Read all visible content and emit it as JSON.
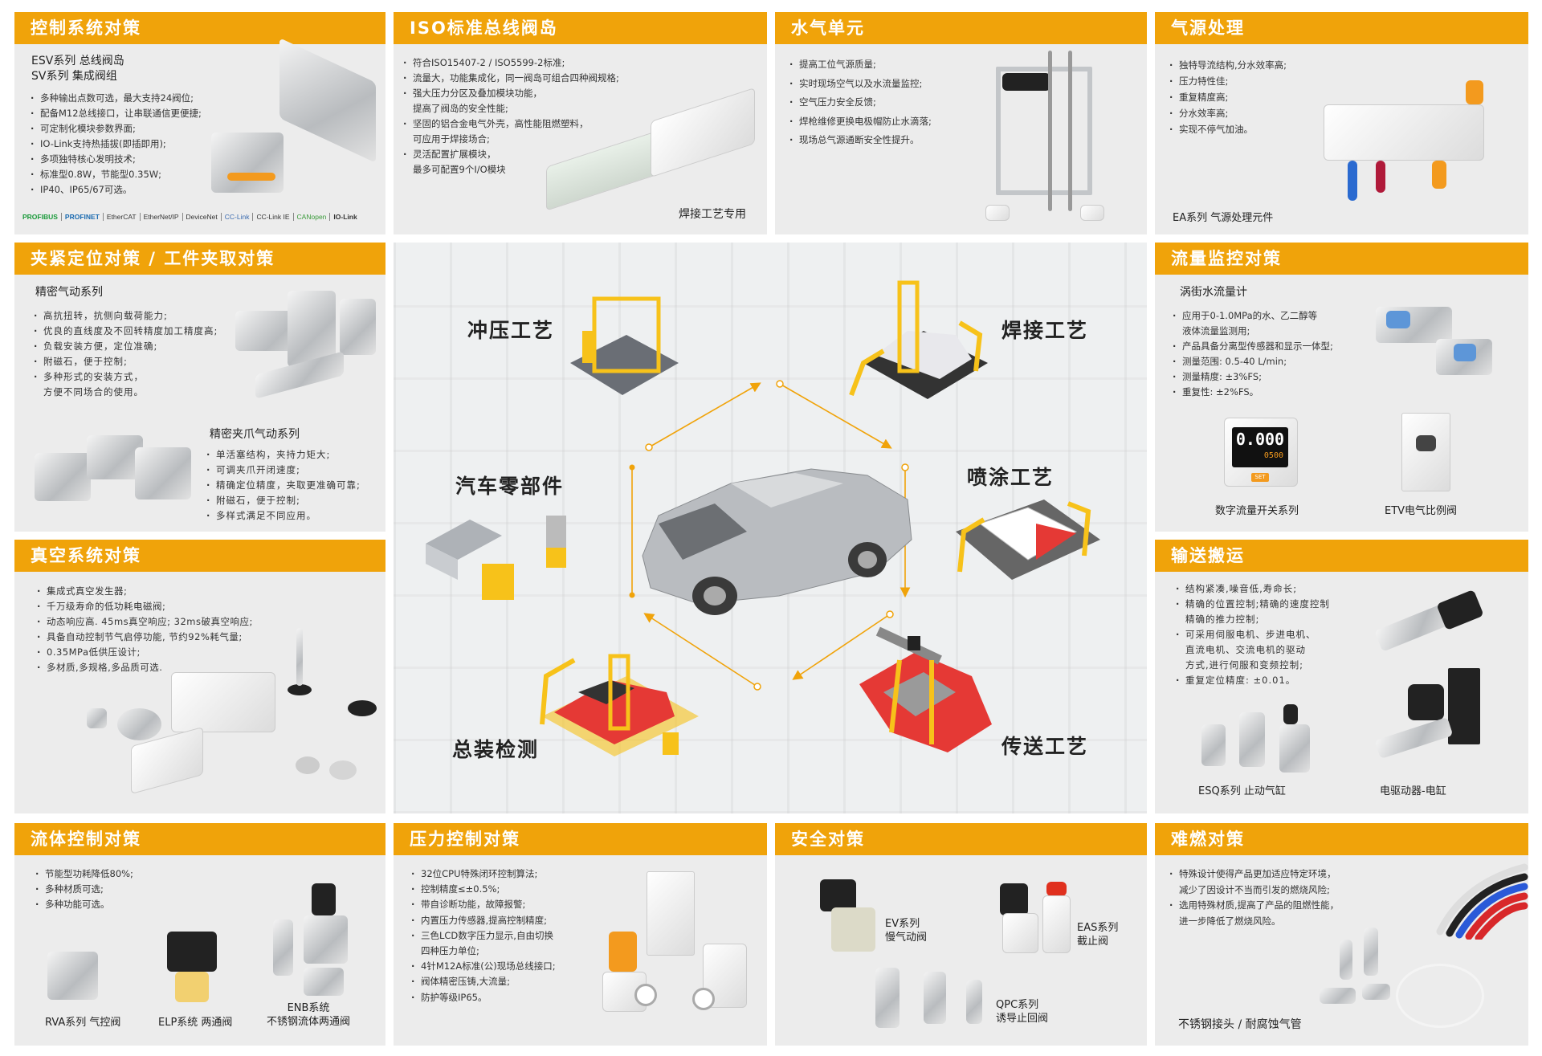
{
  "control": {
    "title": "控制系统对策",
    "subtitles": [
      "ESV系列 总线阀岛",
      "SV系列 集成阀组"
    ],
    "bullets": [
      [
        "多种输出点数可选，最大支持24阀位;"
      ],
      [
        "配备M12总线接口，让串联通信更便捷;"
      ],
      [
        "可定制化模块参数界面;"
      ],
      [
        "IO-Link支持热插拔(即插即用);"
      ],
      [
        "多项独特核心发明技术;"
      ],
      [
        "标准型0.8W，节能型0.35W;"
      ],
      [
        "IP40、IP65/67可选。"
      ]
    ],
    "logos": [
      "PROFIBUS",
      "PROFINET",
      "EtherCAT",
      "EtherNet/IP",
      "DeviceNet",
      "CC-Link",
      "CC-Link IE",
      "CANopen",
      "IO-Link"
    ]
  },
  "iso": {
    "title": "ISO标准总线阀岛",
    "bullets": [
      [
        "符合ISO15407-2 / ISO5599-2标准;"
      ],
      [
        "流量大，功能集成化，同一阀岛可组合四种阀规格;"
      ],
      [
        "强大压力分区及叠加模块功能，",
        "提高了阀岛的安全性能;"
      ],
      [
        "坚固的铝合金电气外壳，高性能阻燃塑料，",
        "可应用于焊接场合;"
      ],
      [
        "灵活配置扩展模块，",
        "最多可配置9个I/O模块"
      ]
    ],
    "caption": "焊接工艺专用"
  },
  "water": {
    "title": "水气单元",
    "bullets": [
      [
        "提高工位气源质量;"
      ],
      [
        "实时现场空气以及水流量监控;"
      ],
      [
        "空气压力安全反馈;"
      ],
      [
        "焊枪维修更换电极帽防止水滴落;"
      ],
      [
        "现场总气源通断安全性提升。"
      ]
    ]
  },
  "air": {
    "title": "气源处理",
    "bullets": [
      [
        "独特导流结构,分水效率高;"
      ],
      [
        "压力特性佳;"
      ],
      [
        "重复精度高;"
      ],
      [
        "分水效率高;"
      ],
      [
        "实现不停气加油。"
      ]
    ],
    "caption": "EA系列 气源处理元件"
  },
  "clamp": {
    "title": "夹紧定位对策 / 工件夹取对策",
    "subtitle1": "精密气动系列",
    "bullets1": [
      [
        "高抗扭转，抗侧向载荷能力;"
      ],
      [
        "优良的直线度及不回转精度加工精度高;"
      ],
      [
        "负载安装方便，定位准确;"
      ],
      [
        "附磁石，便于控制;"
      ],
      [
        "多种形式的安装方式，",
        "方便不同场合的使用。"
      ]
    ],
    "subtitle2": "精密夹爪气动系列",
    "bullets2": [
      [
        "单活塞结构，夹持力矩大;"
      ],
      [
        "可调夹爪开闭速度;"
      ],
      [
        "精确定位精度，夹取更准确可靠;"
      ],
      [
        "附磁石，便于控制;"
      ],
      [
        "多样式满足不同应用。"
      ]
    ]
  },
  "vacuum": {
    "title": "真空系统对策",
    "bullets": [
      [
        "集成式真空发生器;"
      ],
      [
        "千万级寿命的低功耗电磁阀;"
      ],
      [
        "动态响应高. 45ms真空响应; 32ms破真空响应;"
      ],
      [
        "具备自动控制节气启停功能, 节约92%耗气量;"
      ],
      [
        "0.35MPa低供压设计;"
      ],
      [
        "多材质,多规格,多品质可选."
      ]
    ]
  },
  "flow": {
    "title": "流量监控对策",
    "subtitle": "涡街水流量计",
    "bullets": [
      [
        "应用于0-1.0MPa的水、乙二醇等",
        "液体流量监测用;"
      ],
      [
        "产品具备分离型传感器和显示一体型;"
      ],
      [
        "测量范围: 0.5-40 L/min;"
      ],
      [
        "测量精度: ±3%FS;"
      ],
      [
        "重复性: ±2%FS。"
      ]
    ],
    "display_main": "0.000",
    "display_sub": "0500",
    "display_btn": "SET",
    "caption1": "数字流量开关系列",
    "caption2": "ETV电气比例阀"
  },
  "convey": {
    "title": "输送搬运",
    "bullets": [
      [
        "结构紧凑,噪音低,寿命长;"
      ],
      [
        "精确的位置控制;精确的速度控制",
        "精确的推力控制;"
      ],
      [
        "可采用伺服电机、步进电机、",
        "直流电机、交流电机的驱动",
        "方式,进行伺服和变频控制;"
      ],
      [
        "重复定位精度: ±0.01。"
      ]
    ],
    "caption1": "ESQ系列 止动气缸",
    "caption2": "电驱动器-电缸"
  },
  "fluid": {
    "title": "流体控制对策",
    "bullets": [
      [
        "节能型功耗降低80%;"
      ],
      [
        "多种材质可选;"
      ],
      [
        "多种功能可选。"
      ]
    ],
    "caption1": "RVA系列 气控阀",
    "caption2": "ELP系统 两通阀",
    "caption3a": "ENB系统",
    "caption3b": "不锈钢流体两通阀"
  },
  "pressure": {
    "title": "压力控制对策",
    "bullets": [
      [
        "32位CPU特殊闭环控制算法;"
      ],
      [
        "控制精度≤±0.5%;"
      ],
      [
        "带自诊断功能，故障报警;"
      ],
      [
        "内置压力传感器,提高控制精度;"
      ],
      [
        "三色LCD数字压力显示,自由切换",
        "四种压力单位;"
      ],
      [
        "4针M12A标准(公)现场总线接口;"
      ],
      [
        "阀体精密压铸,大流量;"
      ],
      [
        "防护等级IP65。"
      ]
    ]
  },
  "safety": {
    "title": "安全对策",
    "ev": [
      "EV系列",
      "慢气动阀"
    ],
    "eas": [
      "EAS系列",
      "截止阀"
    ],
    "qpc": [
      "QPC系列",
      "诱导止回阀"
    ]
  },
  "flame": {
    "title": "难燃对策",
    "bullets": [
      [
        "特殊设计使得产品更加适应特定环境，",
        "减少了因设计不当而引发的燃烧风险;"
      ],
      [
        "选用特殊材质,提高了产品的阻燃性能，",
        "进一步降低了燃烧风险。"
      ]
    ],
    "caption": "不锈钢接头 / 耐腐蚀气管"
  },
  "center": {
    "stamping": "冲压工艺",
    "welding": "焊接工艺",
    "parts": "汽车零部件",
    "painting": "喷涂工艺",
    "assembly": "总装检测",
    "conveying": "传送工艺"
  },
  "colors": {
    "accent": "#f0a30a",
    "panel": "#ececec"
  }
}
